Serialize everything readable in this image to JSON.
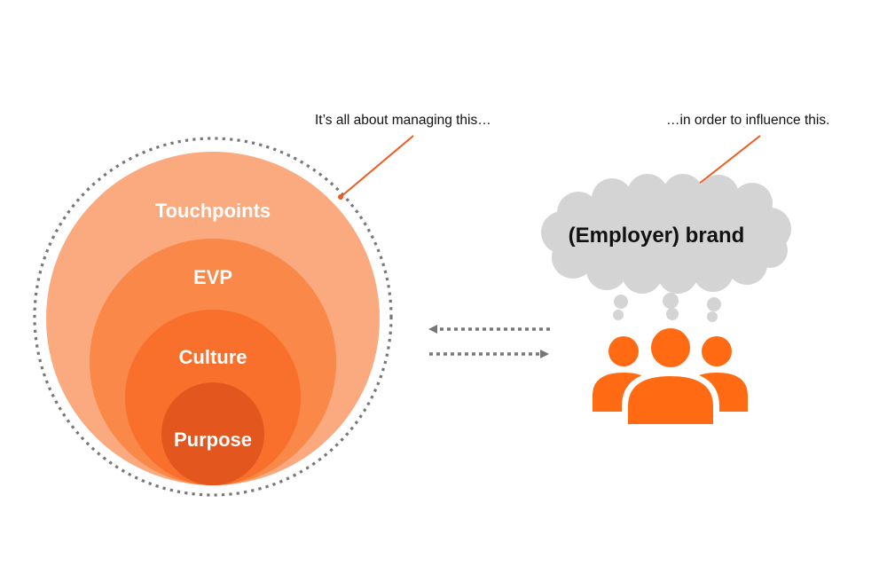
{
  "diagram": {
    "rings": {
      "outer": "Touchpoints",
      "second": "EVP",
      "third": "Culture",
      "inner": "Purpose"
    },
    "annotations": {
      "left": "It’s all about managing this…",
      "right": "…in order to influence this."
    },
    "cloud_label": "(Employer) brand",
    "colors": {
      "touchpoints": "#fba97f",
      "evp": "#f98849",
      "culture": "#f96f2c",
      "purpose": "#e3561d",
      "people": "#ff6a13",
      "cloud": "#d4d4d4",
      "pointer_line": "#f05a1e",
      "dotted": "#777777"
    },
    "icons": [
      "people-group-icon",
      "thought-cloud-icon",
      "bidirectional-arrows-icon"
    ]
  }
}
